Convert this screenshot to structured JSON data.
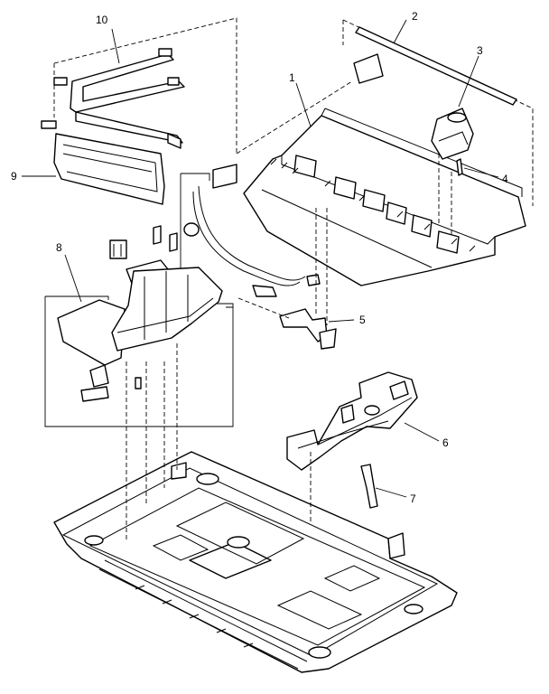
{
  "diagram": {
    "type": "exploded-parts-view",
    "callouts": [
      {
        "id": "c1",
        "label": "1"
      },
      {
        "id": "c2",
        "label": "2"
      },
      {
        "id": "c3",
        "label": "3"
      },
      {
        "id": "c4",
        "label": "4"
      },
      {
        "id": "c5",
        "label": "5"
      },
      {
        "id": "c6",
        "label": "6"
      },
      {
        "id": "c7",
        "label": "7"
      },
      {
        "id": "c8",
        "label": "8"
      },
      {
        "id": "c9",
        "label": "9"
      },
      {
        "id": "c10",
        "label": "10"
      }
    ]
  },
  "colors": {
    "ink": "#000000",
    "paper": "#ffffff"
  }
}
